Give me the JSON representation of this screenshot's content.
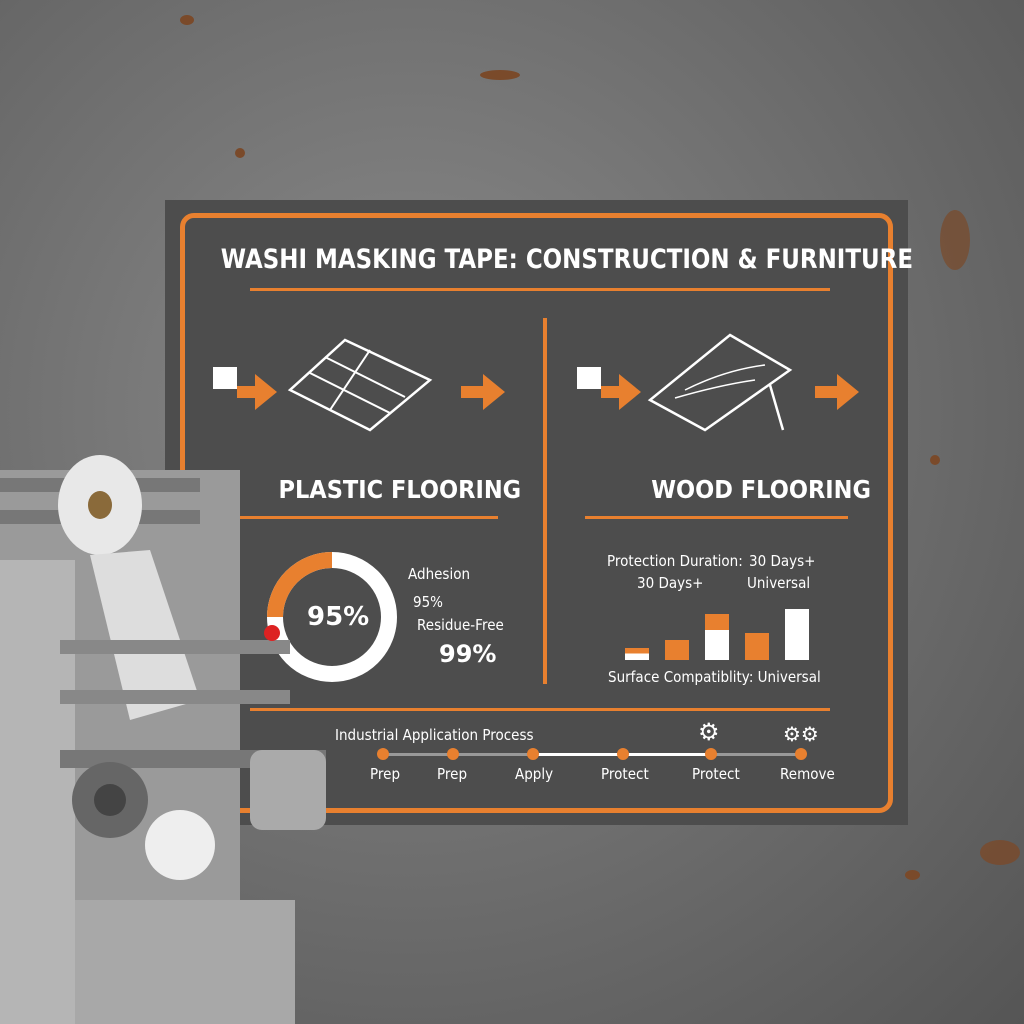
{
  "title": "WASHI MASKING TAPE: CONSTRUCTION & FURNITURE",
  "left": {
    "label": "PLASTIC FLOORING",
    "donut_value": "95%",
    "donut_fraction": 0.75,
    "adhesion_label": "Adhesion",
    "adhesion_value": "95%",
    "residue_label": "Residue-Free",
    "residue_value": "99%"
  },
  "right": {
    "label": "WOOD FLOORING",
    "duration_label": "Protection Duration:",
    "duration_value": "30 Days+",
    "col2_line1": "30 Days+",
    "col2_line2": "Universal",
    "surface": "Surface Compatiblity: Universal"
  },
  "process": {
    "title": "Industrial Application Process",
    "steps": [
      "Prep",
      "Prep",
      "Apply",
      "Protect",
      "Protect",
      "Remove"
    ]
  },
  "colors": {
    "accent": "#e8802f",
    "panel": "#4d4d4d"
  },
  "icons": [
    "tape-dispenser-icon",
    "arrow-right-icon",
    "gear-icon"
  ]
}
